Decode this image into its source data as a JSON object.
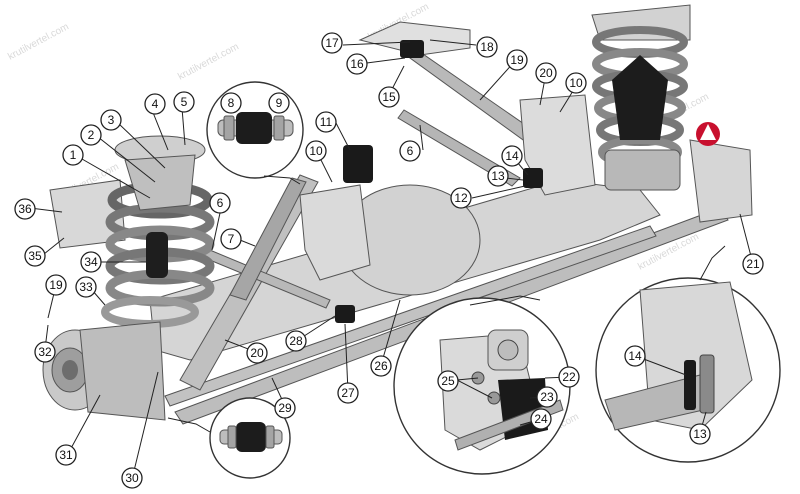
{
  "watermark": "krutilvertel.com",
  "colors": {
    "part_fill": "#cfcfcf",
    "part_shade": "#a9a9a9",
    "highlight": "#1a1a1a",
    "label_stroke": "#222222",
    "brand_mark": "#c8102e"
  },
  "callouts": [
    {
      "id": "c1",
      "text": "1"
    },
    {
      "id": "c2",
      "text": "2"
    },
    {
      "id": "c3",
      "text": "3"
    },
    {
      "id": "c4",
      "text": "4"
    },
    {
      "id": "c5",
      "text": "5"
    },
    {
      "id": "c6a",
      "text": "6"
    },
    {
      "id": "c6b",
      "text": "6"
    },
    {
      "id": "c7",
      "text": "7"
    },
    {
      "id": "c8",
      "text": "8"
    },
    {
      "id": "c9",
      "text": "9"
    },
    {
      "id": "c10a",
      "text": "10"
    },
    {
      "id": "c10b",
      "text": "10"
    },
    {
      "id": "c11",
      "text": "11"
    },
    {
      "id": "c12",
      "text": "12"
    },
    {
      "id": "c13a",
      "text": "13"
    },
    {
      "id": "c13b",
      "text": "13"
    },
    {
      "id": "c14a",
      "text": "14"
    },
    {
      "id": "c14b",
      "text": "14"
    },
    {
      "id": "c15",
      "text": "15"
    },
    {
      "id": "c16",
      "text": "16"
    },
    {
      "id": "c17",
      "text": "17"
    },
    {
      "id": "c18",
      "text": "18"
    },
    {
      "id": "c19a",
      "text": "19"
    },
    {
      "id": "c19b",
      "text": "19"
    },
    {
      "id": "c20a",
      "text": "20"
    },
    {
      "id": "c20b",
      "text": "20"
    },
    {
      "id": "c21",
      "text": "21"
    },
    {
      "id": "c22",
      "text": "22"
    },
    {
      "id": "c23",
      "text": "23"
    },
    {
      "id": "c24",
      "text": "24"
    },
    {
      "id": "c25",
      "text": "25"
    },
    {
      "id": "c26",
      "text": "26"
    },
    {
      "id": "c27",
      "text": "27"
    },
    {
      "id": "c28",
      "text": "28"
    },
    {
      "id": "c29",
      "text": "29"
    },
    {
      "id": "c30",
      "text": "30"
    },
    {
      "id": "c31",
      "text": "31"
    },
    {
      "id": "c32",
      "text": "32"
    },
    {
      "id": "c33",
      "text": "33"
    },
    {
      "id": "c34",
      "text": "34"
    },
    {
      "id": "c35",
      "text": "35"
    },
    {
      "id": "c36",
      "text": "36"
    }
  ]
}
